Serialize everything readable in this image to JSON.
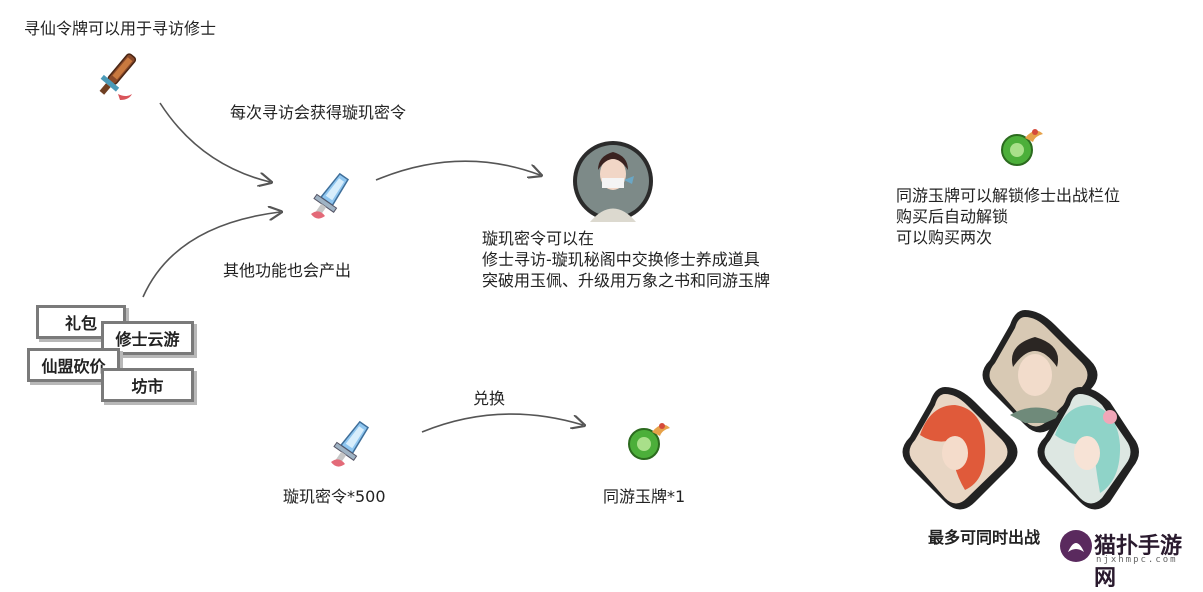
{
  "texts": {
    "token_usage": "寻仙令牌可以用于寻访修士",
    "each_visit": "每次寻访会获得璇玑密令",
    "other_sources": "其他功能也会产出",
    "secret_order_uses_1": "璇玑密令可以在",
    "secret_order_uses_2": "修士寻访-璇玑秘阁中交换修士养成道具",
    "secret_order_uses_3": "突破用玉佩、升级用万象之书和同游玉牌",
    "jade_desc_1": "同游玉牌可以解锁修士出战栏位",
    "jade_desc_2": "购买后自动解锁",
    "jade_desc_3": "可以购买两次",
    "exchange": "兑换",
    "cost": "璇玑密令*500",
    "reward": "同游玉牌*1",
    "max_battle": "最多可同时出战"
  },
  "source_boxes": [
    "礼包",
    "修士云游",
    "仙盟砍价",
    "坊市"
  ],
  "watermark": {
    "main": "猫扑手游网",
    "sub": "njxhmpc.com"
  },
  "icons": {
    "xunxian_token": "sword-token-icon",
    "xuanji_order": "crystal-sword-icon",
    "jade_tablet": "green-jade-icon",
    "cultivator_portrait": "cultivator-portrait-icon"
  },
  "colors": {
    "arrow": "#555555",
    "box_border": "#7a7a7a",
    "jade": "#4caf3a",
    "crystal": "#8fc6f0"
  }
}
